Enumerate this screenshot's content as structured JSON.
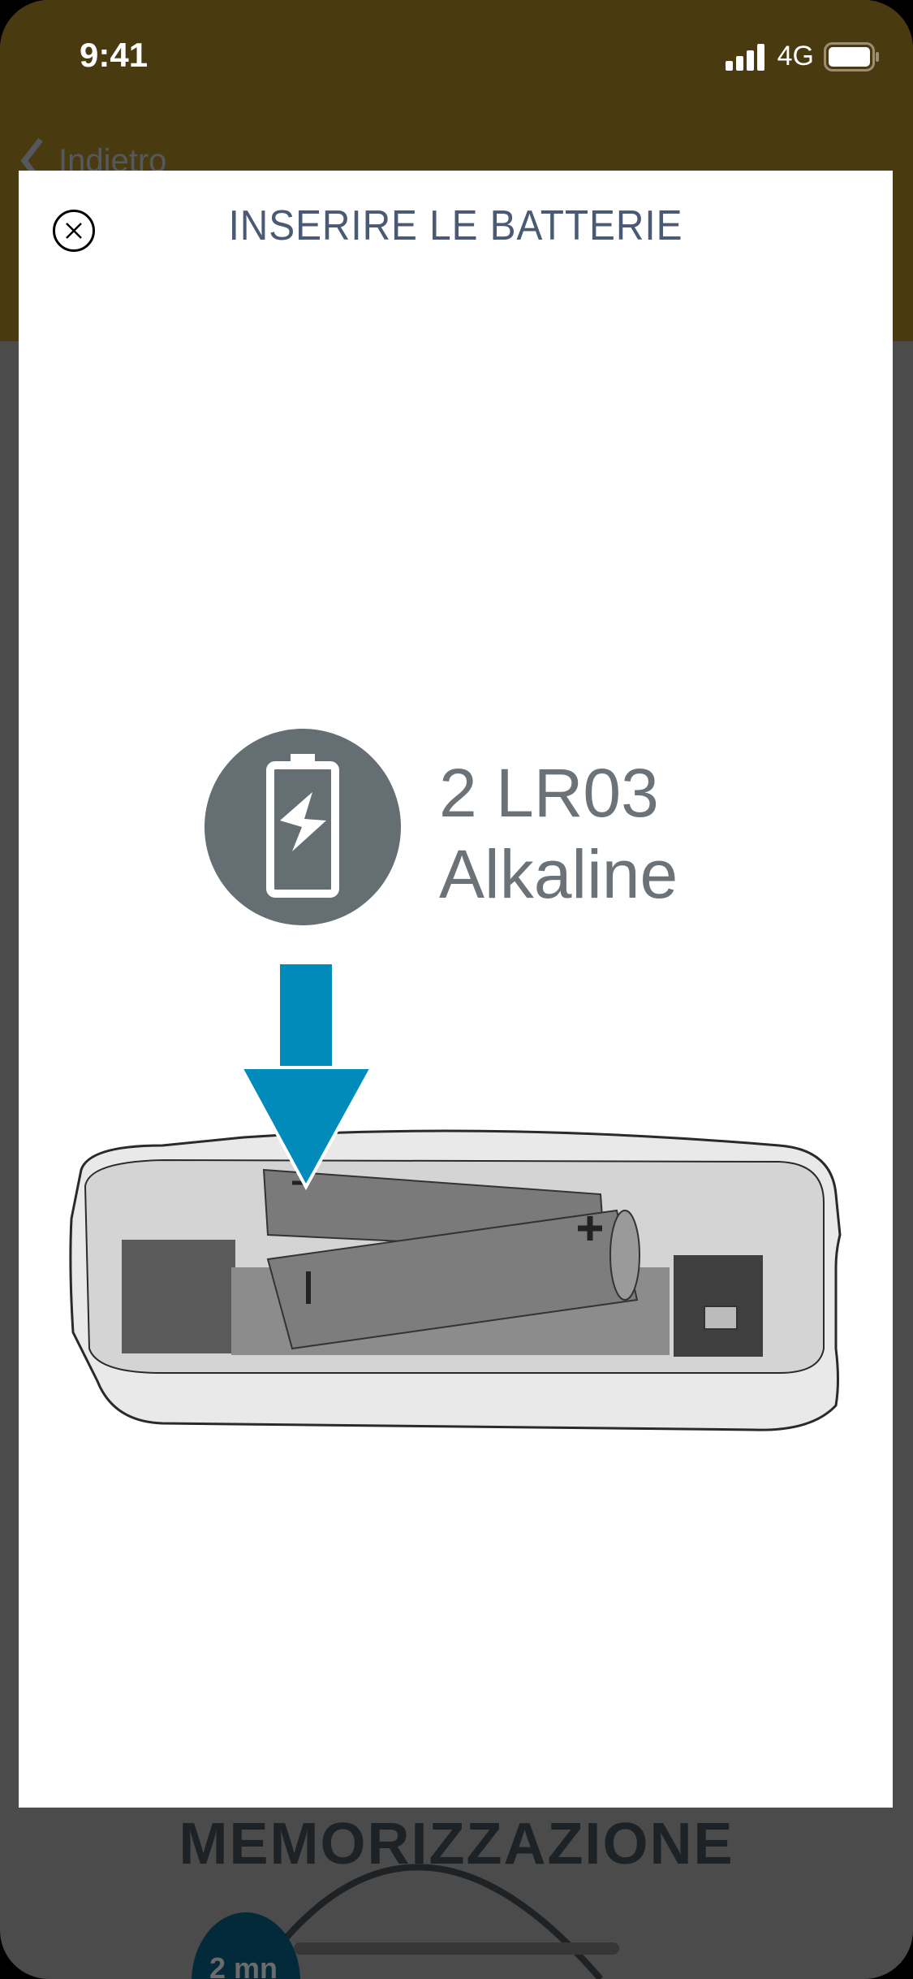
{
  "status_bar": {
    "time": "9:41",
    "network": "4G"
  },
  "background_page": {
    "back_label": "Indietro",
    "section_title": "MEMORIZZAZIONE",
    "timer_badge": "2 mn",
    "header_color": "#4a3a10"
  },
  "modal": {
    "title": "INSERIRE LE BATTERIE",
    "battery_count_type": "2 LR03",
    "battery_chemistry": "Alkaline",
    "arrow_color": "#008bbb",
    "icon_color": "#646e73"
  }
}
